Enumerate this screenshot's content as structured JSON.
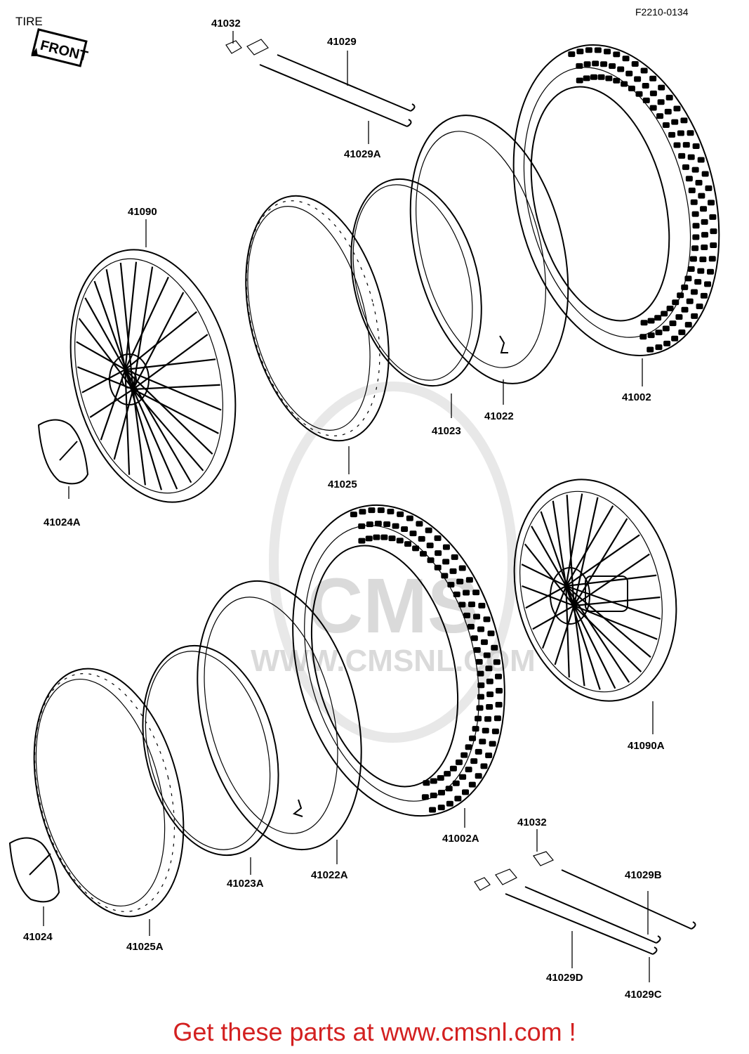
{
  "header": {
    "title": "TIRE",
    "diagram_code": "F2210-0134",
    "front_sign": "FRONT"
  },
  "watermark": {
    "brand": "CMS",
    "url": "WWW.CMSNL.COM"
  },
  "parts": {
    "p41032_top": "41032",
    "p41029": "41029",
    "p41029A": "41029A",
    "p41090": "41090",
    "p41024A": "41024A",
    "p41025": "41025",
    "p41023": "41023",
    "p41022": "41022",
    "p41002": "41002",
    "p41090A": "41090A",
    "p41002A": "41002A",
    "p41032_bottom": "41032",
    "p41029B": "41029B",
    "p41029C": "41029C",
    "p41029D": "41029D",
    "p41024": "41024",
    "p41025A": "41025A",
    "p41023A": "41023A",
    "p41022A": "41022A"
  },
  "footer": {
    "text": "Get these parts at www.cmsnl.com !"
  },
  "colors": {
    "footer_text": "#d32020",
    "line_art": "#000000",
    "watermark": "#bdbdbd"
  }
}
